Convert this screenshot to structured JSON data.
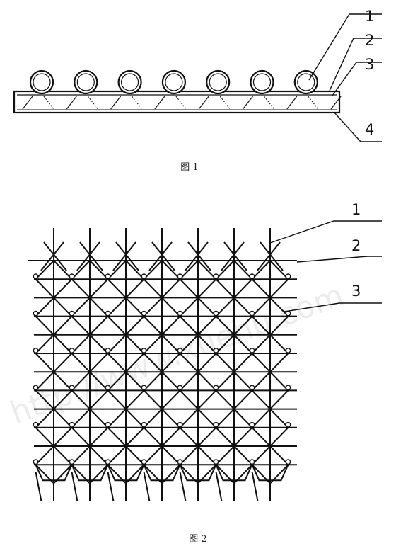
{
  "figure1": {
    "caption": "图 1",
    "tube_count": 7,
    "labels": [
      "1",
      "2",
      "3",
      "4"
    ]
  },
  "figure2": {
    "caption": "图 2",
    "grid_rows": 12,
    "grid_cols": 7,
    "labels": [
      "1",
      "2",
      "3"
    ]
  },
  "watermark": "http://www.xuehu.com"
}
